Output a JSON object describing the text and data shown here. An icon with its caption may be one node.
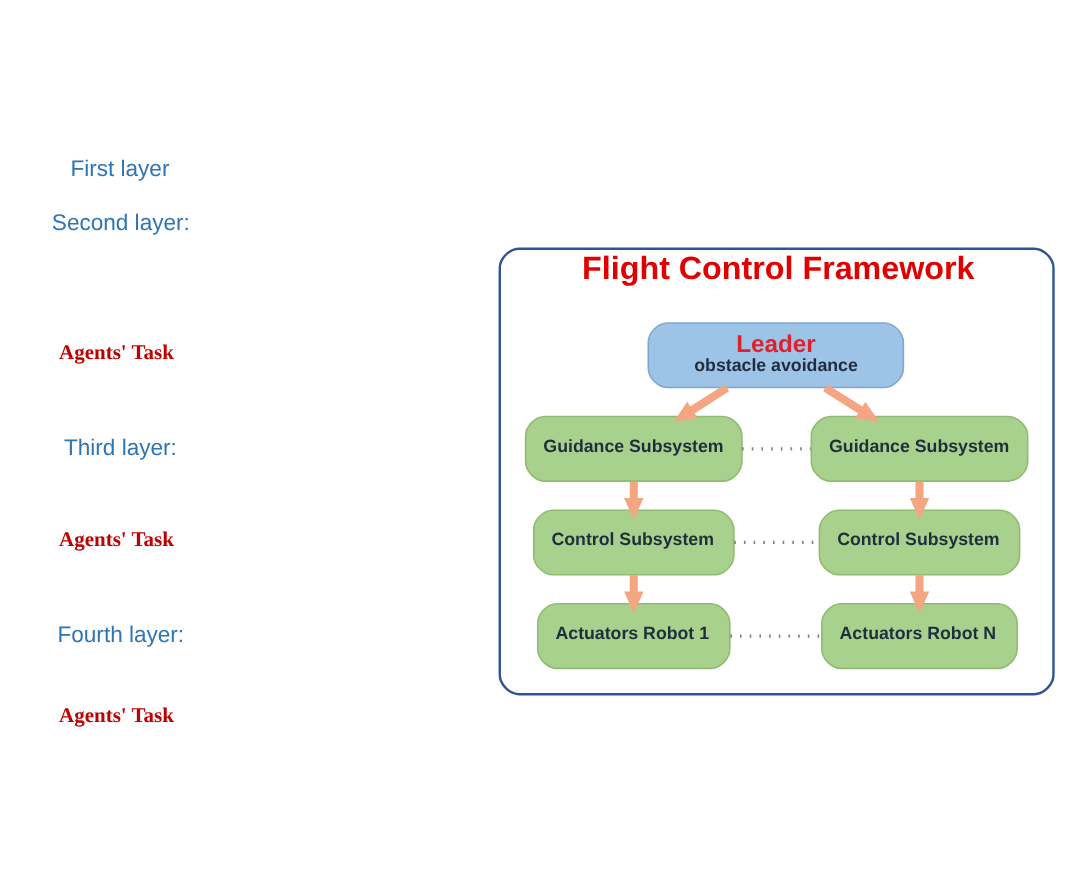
{
  "diagram": {
    "nodes": [
      {
        "text": [
          "Flight Control Framework"
        ]
      },
      {
        "text": [
          "Leader",
          "obstacle avoidance"
        ],
        "in": 0
      },
      {
        "text": [
          "Guidance Subsystem"
        ],
        "in": 0
      },
      {
        "text": [
          "Guidance Subsystem"
        ],
        "in": 0
      },
      {
        "text": [
          "Control Subsystem"
        ],
        "in": 0
      },
      {
        "text": [
          "Control Subsystem"
        ],
        "in": 0
      },
      {
        "text": [
          "Actuators Robot 1"
        ],
        "in": 0
      },
      {
        "text": [
          "Actuators Robot N"
        ],
        "in": 0
      }
    ],
    "edges": [
      {
        "from": 1,
        "to": 2,
        "arrow": "to"
      },
      {
        "from": 1,
        "to": 3,
        "arrow": "to"
      },
      {
        "from": 2,
        "to": 3,
        "arrow": "none",
        "style": "dashed",
        "color": "#808080"
      },
      {
        "from": 2,
        "to": 4,
        "arrow": "to"
      },
      {
        "from": 3,
        "to": 5,
        "arrow": "to"
      },
      {
        "from": 4,
        "to": 5,
        "arrow": "none",
        "style": "dashed",
        "color": "#808080"
      },
      {
        "from": 4,
        "to": 6,
        "arrow": "to"
      },
      {
        "from": 5,
        "to": 7,
        "arrow": "to"
      },
      {
        "from": 6,
        "to": 7,
        "arrow": "none",
        "style": "dashed",
        "color": "#808080"
      }
    ],
    "labels": [
      "First layer",
      "Second layer:",
      "Agents' Task",
      "Third layer:",
      "Agents' Task",
      "Fourth layer:",
      "Agents' Task"
    ]
  }
}
